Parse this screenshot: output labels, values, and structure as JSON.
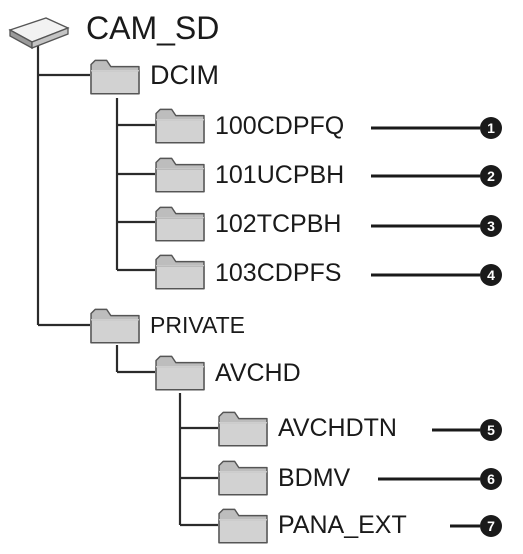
{
  "root": {
    "label": "CAM_SD",
    "icon": "sd-card-drive-icon"
  },
  "folders": {
    "dcim": "DCIM",
    "f100": "100CDPFQ",
    "f101": "101UCPBH",
    "f102": "102TCPBH",
    "f103": "103CDPFS",
    "private": "PRIVATE",
    "avchd": "AVCHD",
    "avchdtn": "AVCHDTN",
    "bdmv": "BDMV",
    "pana_ext": "PANA_EXT"
  },
  "callouts": {
    "c1": "1",
    "c2": "2",
    "c3": "3",
    "c4": "4",
    "c5": "5",
    "c6": "6",
    "c7": "7"
  },
  "colors": {
    "line": "#2b2b2b",
    "folder_fill": "#cfcfcf",
    "folder_tab": "#bdbdbd",
    "folder_stroke": "#555555",
    "badge": "#1a1a1a"
  }
}
